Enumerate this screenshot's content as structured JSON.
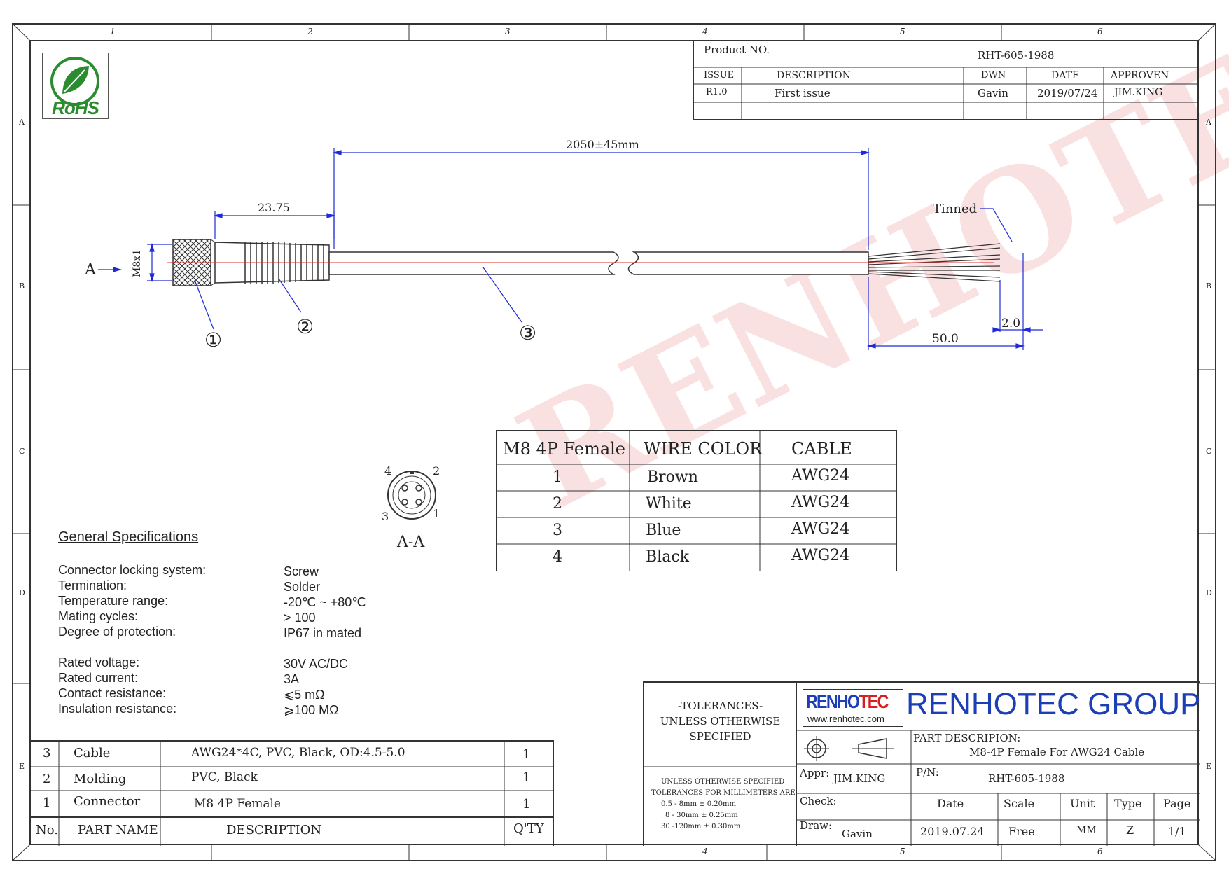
{
  "frame": {
    "top_columns": [
      "1",
      "2",
      "3",
      "4",
      "5",
      "6"
    ],
    "bottom_columns": [
      "4",
      "5",
      "6"
    ],
    "rows": [
      "A",
      "B",
      "C",
      "D",
      "E"
    ]
  },
  "logo": {
    "label": "RoHS"
  },
  "watermark": "RENHOTEC",
  "title_block_top": {
    "product_no_label": "Product NO.",
    "product_no": "RHT-605-1988",
    "headers": {
      "issue": "ISSUE",
      "description": "DESCRIPTION",
      "dwn": "DWN",
      "date": "DATE",
      "approven": "APPROVEN"
    },
    "row": {
      "issue": "R1.0",
      "description": "First issue",
      "dwn": "Gavin",
      "date": "2019/07/24",
      "approven": "JIM.KING"
    }
  },
  "drawing": {
    "dim_total": "2050±45mm",
    "dim_connector": "23.75",
    "thread_label": "M8x1",
    "section_marker": "A",
    "tinned_label": "Tinned",
    "dim_strip": "50.0",
    "dim_tin": "2.0",
    "callouts": [
      "①",
      "②",
      "③"
    ],
    "pinout": {
      "pins": [
        "4",
        "2",
        "3",
        "1"
      ],
      "label": "A-A"
    }
  },
  "wire_table": {
    "headers": [
      "M8 4P Female",
      "WIRE COLOR",
      "CABLE"
    ],
    "rows": [
      [
        "1",
        "Brown",
        "AWG24"
      ],
      [
        "2",
        "White",
        "AWG24"
      ],
      [
        "3",
        "Blue",
        "AWG24"
      ],
      [
        "4",
        "Black",
        "AWG24"
      ]
    ]
  },
  "specs": {
    "title": "General Specifications",
    "items": [
      {
        "label": "Connector locking system:",
        "value": "Screw"
      },
      {
        "label": "Termination:",
        "value": "Solder"
      },
      {
        "label": "Temperature range:",
        "value": "-20℃ ~ +80℃"
      },
      {
        "label": "Mating cycles:",
        "value": "> 100"
      },
      {
        "label": "Degree of protection:",
        "value": "IP67 in mated"
      },
      {
        "label": "Rated voltage:",
        "value": "30V AC/DC"
      },
      {
        "label": "Rated current:",
        "value": "3A"
      },
      {
        "label": "Contact resistance:",
        "value": "⩽5 mΩ"
      },
      {
        "label": "Insulation resistance:",
        "value": "⩾100 MΩ"
      }
    ]
  },
  "bom": {
    "headers": {
      "no": "No.",
      "part": "PART NAME",
      "desc": "DESCRIPTION",
      "qty": "Q'TY"
    },
    "rows": [
      {
        "no": "3",
        "part": "Cable",
        "desc": "AWG24*4C, PVC, Black, OD:4.5-5.0",
        "qty": "1"
      },
      {
        "no": "2",
        "part": "Molding",
        "desc": "PVC, Black",
        "qty": "1"
      },
      {
        "no": "1",
        "part": "Connector",
        "desc": "M8 4P Female",
        "qty": "1"
      }
    ]
  },
  "title_block": {
    "tolerances_title": "-TOLERANCES-\nUNLESS OTHERWISE\nSPECIFIED",
    "tolerance_lines": [
      "UNLESS OTHERWISE SPECIFIED",
      "TOLERANCES FOR MILLIMETERS ARE:",
      "0.5 - 8mm ± 0.20mm",
      "8 - 30mm ± 0.25mm",
      "30 -120mm ± 0.30mm"
    ],
    "brand_logo": "RENHOTEC",
    "brand_url": "www.renhotec.com",
    "company": "RENHOTEC GROUP",
    "part_description_label": "PART DESCRIPION:",
    "part_description": "M8-4P Female For AWG24 Cable",
    "appr_label": "Appr:",
    "appr": "JIM.KING",
    "pn_label": "P/N:",
    "pn": "RHT-605-1988",
    "check_label": "Check:",
    "draw_label": "Draw:",
    "draw": "Gavin",
    "cols": {
      "date": "Date",
      "scale": "Scale",
      "unit": "Unit",
      "type": "Type",
      "page": "Page"
    },
    "vals": {
      "date": "2019.07.24",
      "scale": "Free",
      "unit": "MM",
      "type": "Z",
      "page": "1/1"
    }
  },
  "colors": {
    "dimension": "#1f2bd6",
    "centerline": "#e0302a",
    "watermark": "#f6c9c9",
    "logo_green": "#2a8c2f",
    "brand_red": "#d62020",
    "brand_blue": "#1c3fb5"
  }
}
